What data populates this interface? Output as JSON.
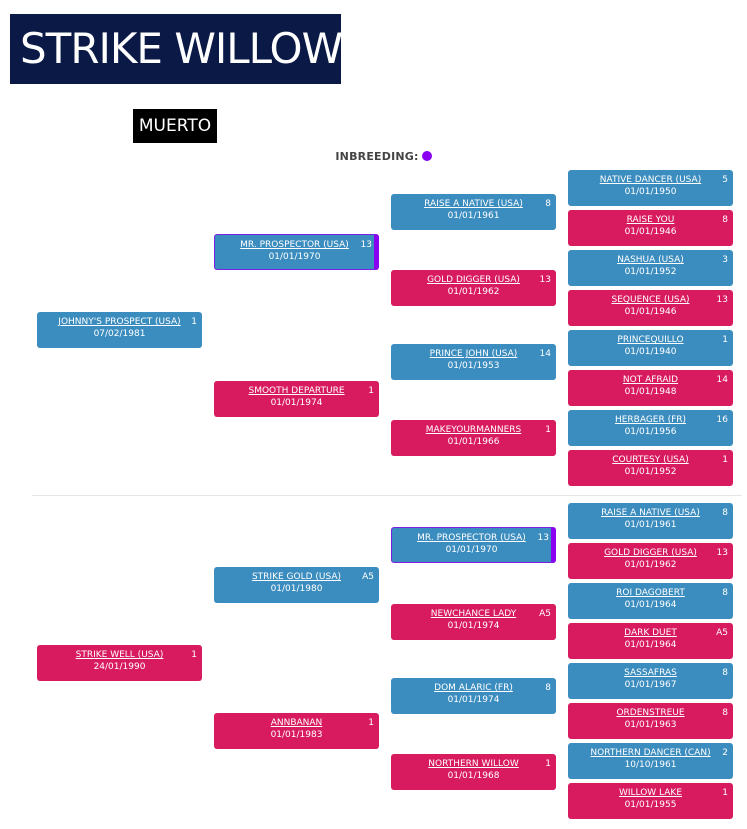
{
  "page": {
    "title": "STRIKE WILLOW",
    "status": "MUERTO",
    "inbreeding_label": "INBREEDING:"
  },
  "colors": {
    "male": "#3c8dbf",
    "female": "#d81b5f",
    "title_bg": "#0b1946",
    "marker": "#8a00f0"
  },
  "pedigree": [
    {
      "name": "JOHNNY'S PROSPECT (USA)",
      "date": "07/02/1981",
      "count": "1",
      "sex": "male"
    },
    {
      "name": "MR. PROSPECTOR (USA)",
      "date": "01/01/1970",
      "count": "13",
      "sex": "male"
    },
    {
      "name": "SMOOTH DEPARTURE",
      "date": "01/01/1974",
      "count": "1",
      "sex": "female"
    },
    {
      "name": "RAISE A NATIVE (USA)",
      "date": "01/01/1961",
      "count": "8",
      "sex": "male"
    },
    {
      "name": "GOLD DIGGER (USA)",
      "date": "01/01/1962",
      "count": "13",
      "sex": "female"
    },
    {
      "name": "PRINCE JOHN (USA)",
      "date": "01/01/1953",
      "count": "14",
      "sex": "male"
    },
    {
      "name": "MAKEYOURMANNERS",
      "date": "01/01/1966",
      "count": "1",
      "sex": "female"
    },
    {
      "name": "NATIVE DANCER (USA)",
      "date": "01/01/1950",
      "count": "5",
      "sex": "male"
    },
    {
      "name": "RAISE YOU",
      "date": "01/01/1946",
      "count": "8",
      "sex": "female"
    },
    {
      "name": "NASHUA (USA)",
      "date": "01/01/1952",
      "count": "3",
      "sex": "male"
    },
    {
      "name": "SEQUENCE (USA)",
      "date": "01/01/1946",
      "count": "13",
      "sex": "female"
    },
    {
      "name": "PRINCEQUILLO",
      "date": "01/01/1940",
      "count": "1",
      "sex": "male"
    },
    {
      "name": "NOT AFRAID",
      "date": "01/01/1948",
      "count": "14",
      "sex": "female"
    },
    {
      "name": "HERBAGER (FR)",
      "date": "01/01/1956",
      "count": "16",
      "sex": "male"
    },
    {
      "name": "COURTESY (USA)",
      "date": "01/01/1952",
      "count": "1",
      "sex": "female"
    },
    {
      "name": "STRIKE WELL (USA)",
      "date": "24/01/1990",
      "count": "1",
      "sex": "female"
    },
    {
      "name": "STRIKE GOLD (USA)",
      "date": "01/01/1980",
      "count": "A5",
      "sex": "male"
    },
    {
      "name": "ANNBANAN",
      "date": "01/01/1983",
      "count": "1",
      "sex": "female"
    },
    {
      "name": "MR. PROSPECTOR (USA)",
      "date": "01/01/1970",
      "count": "13",
      "sex": "male"
    },
    {
      "name": "NEWCHANCE LADY",
      "date": "01/01/1974",
      "count": "A5",
      "sex": "female"
    },
    {
      "name": "DOM ALARIC (FR)",
      "date": "01/01/1974",
      "count": "8",
      "sex": "male"
    },
    {
      "name": "NORTHERN WILLOW",
      "date": "01/01/1968",
      "count": "1",
      "sex": "female"
    },
    {
      "name": "RAISE A NATIVE (USA)",
      "date": "01/01/1961",
      "count": "8",
      "sex": "male"
    },
    {
      "name": "GOLD DIGGER (USA)",
      "date": "01/01/1962",
      "count": "13",
      "sex": "female"
    },
    {
      "name": "ROI DAGOBERT",
      "date": "01/01/1964",
      "count": "8",
      "sex": "male"
    },
    {
      "name": "DARK DUET",
      "date": "01/01/1964",
      "count": "A5",
      "sex": "female"
    },
    {
      "name": "SASSAFRAS",
      "date": "01/01/1967",
      "count": "8",
      "sex": "male"
    },
    {
      "name": "ORDENSTREUE",
      "date": "01/01/1963",
      "count": "8",
      "sex": "female"
    },
    {
      "name": "NORTHERN DANCER (CAN)",
      "date": "10/10/1961",
      "count": "2",
      "sex": "male"
    },
    {
      "name": "WILLOW LAKE",
      "date": "01/01/1955",
      "count": "1",
      "sex": "female"
    }
  ]
}
